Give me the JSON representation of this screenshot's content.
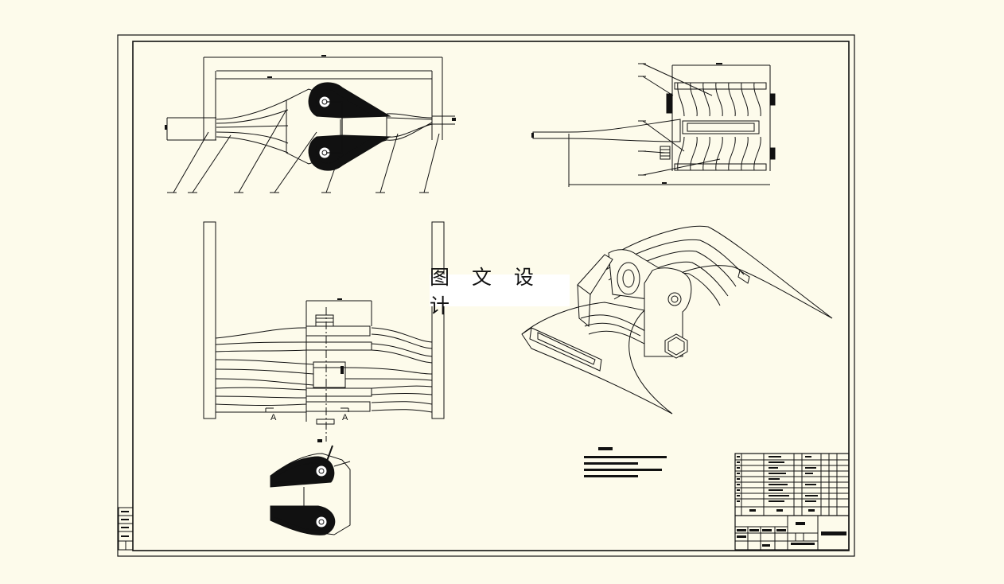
{
  "watermark": {
    "text": "图 文 设 计"
  },
  "section_labels": {
    "left": "A",
    "right": "A"
  },
  "colors": {
    "background": "#fdfbeb",
    "line": "#111111",
    "watermark_bg": "#ffffff"
  },
  "icons": {
    "watermark": "watermark-box"
  }
}
